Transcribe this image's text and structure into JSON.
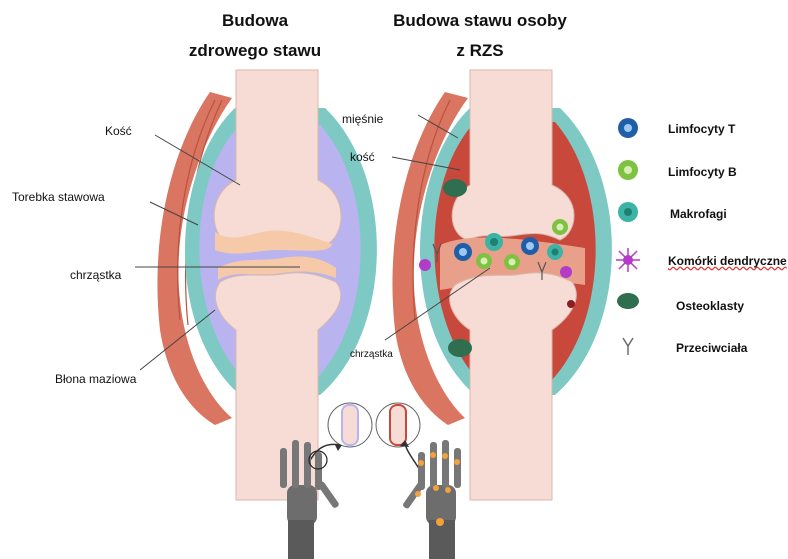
{
  "titles": {
    "healthy_line1": "Budowa",
    "healthy_line2": "zdrowego stawu",
    "rzs_line1": "Budowa stawu osoby",
    "rzs_line2": "z RZS"
  },
  "healthy_labels": {
    "bone": "Kość",
    "capsule": "Torebka stawowa",
    "cartilage": "chrząstka",
    "membrane": "Błona maziowa"
  },
  "rzs_labels": {
    "muscles": "mięśnie",
    "bone": "kość",
    "cartilage": "chrząstka"
  },
  "legend": [
    {
      "icon": "t-lymphocyte-icon",
      "label": "Limfocyty T",
      "color": "#1e5fa8"
    },
    {
      "icon": "b-lymphocyte-icon",
      "label": "Limfocyty B",
      "color": "#7fc241"
    },
    {
      "icon": "macrophage-icon",
      "label": "Makrofagi",
      "color": "#3bb3a5"
    },
    {
      "icon": "dendritic-cell-icon",
      "label": "Komórki dendryczne",
      "color": "#b23cc8"
    },
    {
      "icon": "osteoclast-icon",
      "label": "Osteoklasty",
      "color": "#2f6e4f"
    },
    {
      "icon": "antibody-icon",
      "label": "Przeciwciała",
      "color": "#888888"
    }
  ],
  "colors": {
    "bone": "#f6dcd4",
    "cartilage": "#f6c9a8",
    "synovial_fluid_healthy": "#b9b4ef",
    "capsule": "#7ec9c4",
    "muscle": "#d97560",
    "inflamed_tissue": "#c9483c"
  }
}
